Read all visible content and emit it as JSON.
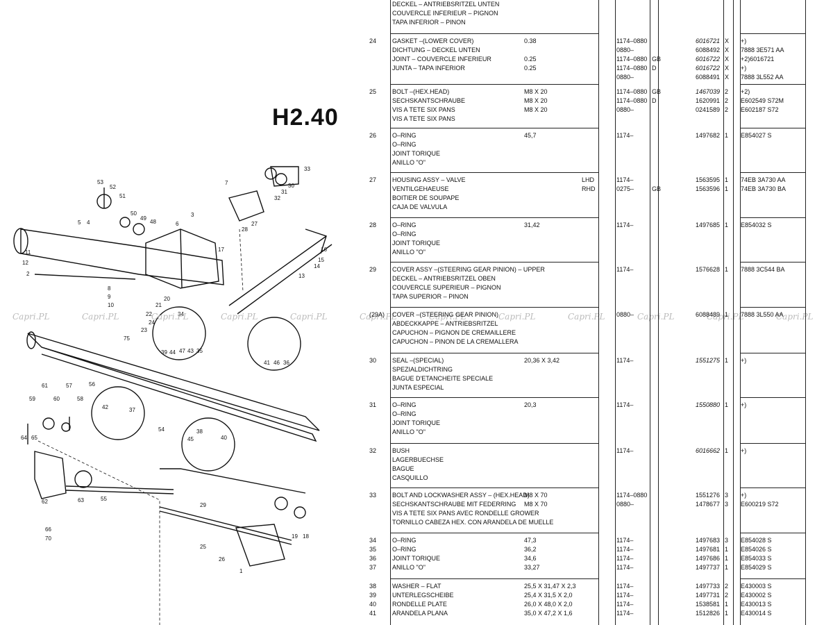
{
  "page": {
    "code": "H2.40",
    "watermark": "Capri.PL"
  },
  "diagram_labels": {
    "l1": "53",
    "l2": "52",
    "l3": "51",
    "l4": "50",
    "l5": "49",
    "l6": "48",
    "l7": "5",
    "l8": "4",
    "l9": "11",
    "l10": "12",
    "l11": "2",
    "l12": "7",
    "l13": "33",
    "l14": "30",
    "l15": "31",
    "l16": "32",
    "l17": "27",
    "l18": "28",
    "l19": "3",
    "l20": "6",
    "l21": "17",
    "l22": "16",
    "l23": "15",
    "l24": "14",
    "l25": "13",
    "l26": "9",
    "l27": "10",
    "l28": "8",
    "l29": "20",
    "l30": "21",
    "l31": "22",
    "l32": "24",
    "l33": "23",
    "l34": "75",
    "l35": "34",
    "l36": "39",
    "l37": "44",
    "l38": "47",
    "l39": "43",
    "l40": "35",
    "l41": "36",
    "l42": "41",
    "l43": "46",
    "l44": "61",
    "l45": "57",
    "l46": "56",
    "l47": "60",
    "l48": "58",
    "l49": "59",
    "l50": "42",
    "l51": "37",
    "l52": "54",
    "l53": "45",
    "l54": "38",
    "l55": "40",
    "l56": "64",
    "l57": "65",
    "l58": "62",
    "l59": "63",
    "l60": "55",
    "l61": "66",
    "l62": "70",
    "l63": "29",
    "l64": "25",
    "l65": "26",
    "l66": "19",
    "l67": "18",
    "l68": "1"
  },
  "rows": [
    {
      "num": "",
      "desc": [
        "DECKEL – ANTRIEBSRITZEL UNTEN",
        "COUVERCLE INFERIEUR – PIGNON",
        "TAPA INFERIOR – PINON"
      ],
      "dim": [],
      "side": [],
      "ser": [],
      "cc": [],
      "pn": [],
      "qty": [],
      "note": []
    },
    {
      "num": "24",
      "desc": [
        "GASKET –(LOWER COVER)",
        "DICHTUNG – DECKEL UNTEN",
        "JOINT – COUVERCLE INFERIEUR",
        "JUNTA – TAPA INFERIOR"
      ],
      "dim": [
        "0.38",
        "",
        "0.25",
        "0.25"
      ],
      "side": [],
      "ser": [
        "1174–0880",
        "0880–",
        "1174–0880",
        "1174–0880",
        "0880–"
      ],
      "cc": [
        "",
        "",
        "GB",
        "D",
        ""
      ],
      "pn": [
        "6016721",
        "6088492",
        "6016722",
        "6016722",
        "6088491"
      ],
      "qty": [
        "X",
        "X",
        "X",
        "X",
        "X"
      ],
      "note": [
        "+)",
        "7888 3E571 AA",
        "+2)6016721",
        "+)",
        "7888 3L552 AA"
      ]
    },
    {
      "num": "25",
      "desc": [
        "BOLT –(HEX.HEAD)",
        "SECHSKANTSCHRAUBE",
        "VIS A TETE SIX PANS",
        "VIS A TETE SIX PANS"
      ],
      "dim": [
        "M8 X 20",
        "M8 X 20",
        "M8 X 20"
      ],
      "side": [],
      "ser": [
        "1174–0880",
        "1174–0880",
        "0880–"
      ],
      "cc": [
        "GB",
        "D",
        ""
      ],
      "pn": [
        "1467039",
        "1620991",
        "0241589"
      ],
      "qty": [
        "2",
        "2",
        "2"
      ],
      "note": [
        "+2)",
        "E602549 S72M",
        "E602187 S72"
      ]
    },
    {
      "num": "26",
      "desc": [
        "O–RING",
        "O–RING",
        "JOINT TORIQUE",
        "ANILLO \"O\""
      ],
      "dim": [
        "45,7"
      ],
      "side": [],
      "ser": [
        "1174–"
      ],
      "cc": [],
      "pn": [
        "1497682"
      ],
      "qty": [
        "1"
      ],
      "note": [
        "E854027 S"
      ]
    },
    {
      "num": "27",
      "desc": [
        "HOUSING ASSY – VALVE",
        "VENTILGEHAEUSE",
        "BOITIER DE SOUPAPE",
        "CAJA DE VALVULA"
      ],
      "dim": [],
      "side": [
        "LHD",
        "RHD"
      ],
      "ser": [
        "1174–",
        "0275–"
      ],
      "cc": [
        "",
        "GB"
      ],
      "pn": [
        "1563595",
        "1563596"
      ],
      "qty": [
        "1",
        "1"
      ],
      "note": [
        "74EB 3A730 AA",
        "74EB 3A730 BA"
      ]
    },
    {
      "num": "28",
      "desc": [
        "O–RING",
        "O–RING",
        "JOINT TORIQUE",
        "ANILLO \"O\""
      ],
      "dim": [
        "31,42"
      ],
      "side": [],
      "ser": [
        "1174–"
      ],
      "cc": [],
      "pn": [
        "1497685"
      ],
      "qty": [
        "1"
      ],
      "note": [
        "E854032 S"
      ]
    },
    {
      "num": "29",
      "desc": [
        "COVER ASSY –(STEERING GEAR PINION) – UPPER",
        "DECKEL – ANTRIEBSRITZEL OBEN",
        "COUVERCLE SUPERIEUR – PIGNON",
        "TAPA SUPERIOR – PINON"
      ],
      "dim": [],
      "side": [],
      "ser": [
        "1174–"
      ],
      "cc": [],
      "pn": [
        "1576628"
      ],
      "qty": [
        "1"
      ],
      "note": [
        "7888 3C544 BA"
      ]
    },
    {
      "num": "(29A)",
      "desc": [
        "COVER –(STEERING GEAR PINION)",
        "ABDECKKAPPE – ANTRIEBSRITZEL",
        "CAPUCHON – PIGNON DE CREMAILLERE",
        "CAPUCHON – PINON DE LA CREMALLERA"
      ],
      "dim": [],
      "side": [],
      "ser": [
        "0880–"
      ],
      "cc": [],
      "pn": [
        "6088489"
      ],
      "qty": [
        "1"
      ],
      "note": [
        "7888 3L550 AA"
      ]
    },
    {
      "num": "30",
      "desc": [
        "SEAL –(SPECIAL)",
        "SPEZIALDICHTRING",
        "BAGUE D'ETANCHEITE SPECIALE",
        "JUNTA ESPECIAL"
      ],
      "dim": [
        "20,36 X 3,42"
      ],
      "side": [],
      "ser": [
        "1174–"
      ],
      "cc": [],
      "pn": [
        "1551275"
      ],
      "pn_italic": true,
      "qty": [
        "1"
      ],
      "note": [
        "+)"
      ]
    },
    {
      "num": "31",
      "desc": [
        "O–RING",
        "O–RING",
        "JOINT TORIQUE",
        "ANILLO \"O\""
      ],
      "dim": [
        "20,3"
      ],
      "side": [],
      "ser": [
        "1174–"
      ],
      "cc": [],
      "pn": [
        "1550880"
      ],
      "pn_italic": true,
      "qty": [
        "1"
      ],
      "note": [
        "+)"
      ]
    },
    {
      "num": "32",
      "desc": [
        "BUSH",
        "LAGERBUECHSE",
        "BAGUE",
        "CASQUILLO"
      ],
      "dim": [],
      "side": [],
      "ser": [
        "1174–"
      ],
      "cc": [],
      "pn": [
        "6016662"
      ],
      "pn_italic": true,
      "qty": [
        "1"
      ],
      "note": [
        "+)"
      ]
    },
    {
      "num": "33",
      "desc": [
        "BOLT AND LOCKWASHER ASSY – (HEX.HEAD)",
        "SECHSKANTSCHRAUBE MIT FEDERRING",
        "VIS A TETE SIX PANS AVEC RONDELLE GROWER",
        "TORNILLO CABEZA HEX. CON ARANDELA DE MUELLE"
      ],
      "dim": [
        "M8 X 70",
        "M8 X 70"
      ],
      "side": [],
      "ser": [
        "1174–0880",
        "0880–"
      ],
      "cc": [],
      "pn": [
        "1551276",
        "1478677"
      ],
      "qty": [
        "3",
        "3"
      ],
      "note": [
        "+)",
        "E600219 S72"
      ]
    },
    {
      "num": "34|35|36|37",
      "desc": [
        "O–RING",
        "O–RING",
        "JOINT TORIQUE",
        "ANILLO \"O\""
      ],
      "dim": [
        "47,3",
        "36,2",
        "34,6",
        "33,27"
      ],
      "side": [],
      "ser": [
        "1174–",
        "1174–",
        "1174–",
        "1174–"
      ],
      "cc": [],
      "pn": [
        "1497683",
        "1497681",
        "1497686",
        "1497737"
      ],
      "qty": [
        "3",
        "1",
        "1",
        "1"
      ],
      "note": [
        "E854028 S",
        "E854026 S",
        "E854033 S",
        "E854029 S"
      ]
    },
    {
      "num": "38|39|40|41",
      "desc": [
        "WASHER – FLAT",
        "UNTERLEGSCHEIBE",
        "RONDELLE PLATE",
        "ARANDELA PLANA"
      ],
      "dim": [
        "25,5 X 31,47 X 2,3",
        "25,4 X 31,5 X 2,0",
        "26,0 X 48,0 X 2,0",
        "35,0 X 47,2 X 1,6"
      ],
      "side": [],
      "ser": [
        "1174–",
        "1174–",
        "1174–",
        "1174–"
      ],
      "cc": [],
      "pn": [
        "1497733",
        "1497731",
        "1538581",
        "1512826"
      ],
      "qty": [
        "2",
        "2",
        "1",
        "1"
      ],
      "note": [
        "E430003 S",
        "E430002 S",
        "E430013 S",
        "E430014 S"
      ]
    }
  ]
}
